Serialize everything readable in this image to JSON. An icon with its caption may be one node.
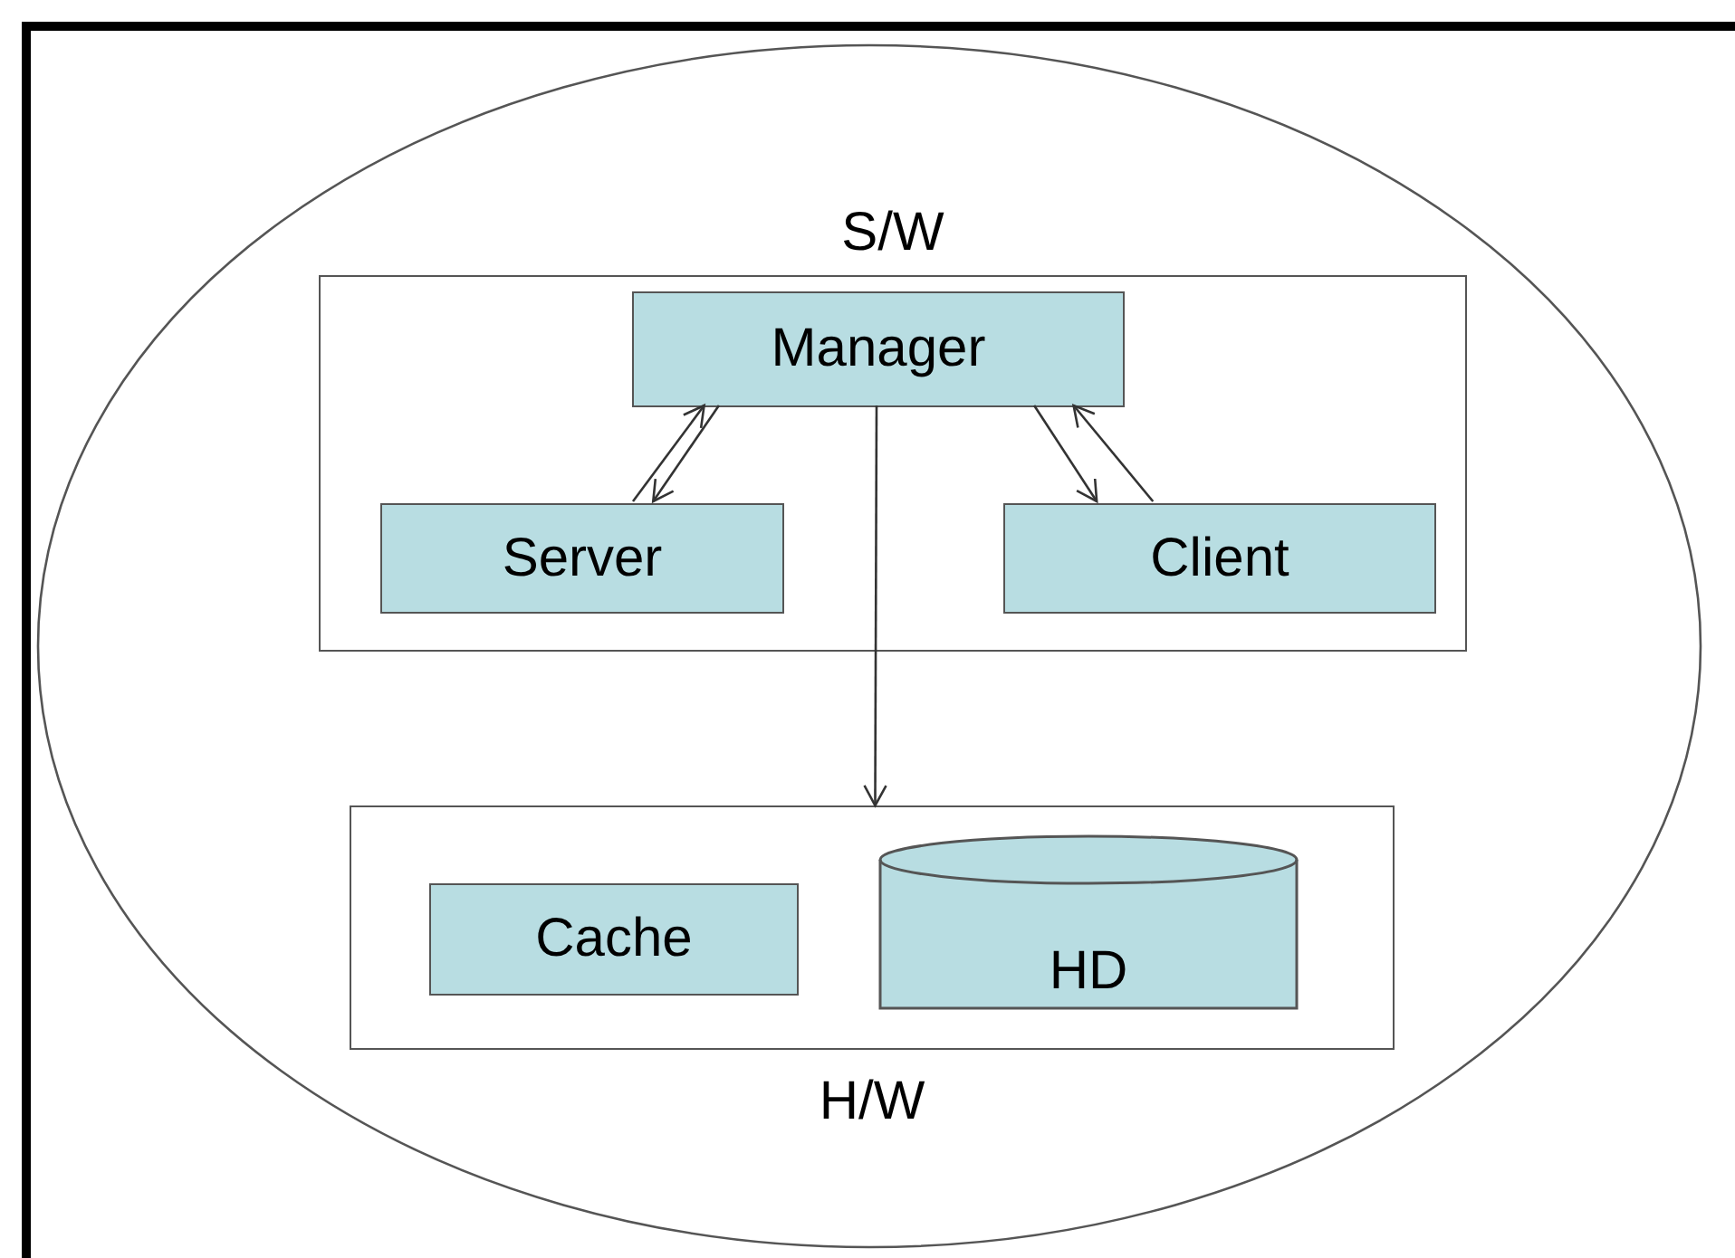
{
  "diagram": {
    "nodes": [
      {
        "text": [],
        "shape": "ellipse"
      },
      {
        "text": [
          "S/W"
        ],
        "in": 0
      },
      {
        "text": [
          "Manager"
        ],
        "in": 1
      },
      {
        "text": [
          "Server"
        ],
        "in": 1
      },
      {
        "text": [
          "Client"
        ],
        "in": 1
      },
      {
        "text": [
          "H/W"
        ],
        "in": 0
      },
      {
        "text": [
          "Cache"
        ],
        "in": 5
      },
      {
        "text": [
          "HD"
        ],
        "in": 5
      }
    ],
    "edges": [
      {
        "from": 3,
        "to": 2,
        "arrow": "to"
      },
      {
        "from": 2,
        "to": 3,
        "arrow": "to"
      },
      {
        "from": 2,
        "to": 4,
        "arrow": "to"
      },
      {
        "from": 4,
        "to": 2,
        "arrow": "to"
      },
      {
        "from": 2,
        "to": 5,
        "arrow": "to"
      }
    ]
  }
}
